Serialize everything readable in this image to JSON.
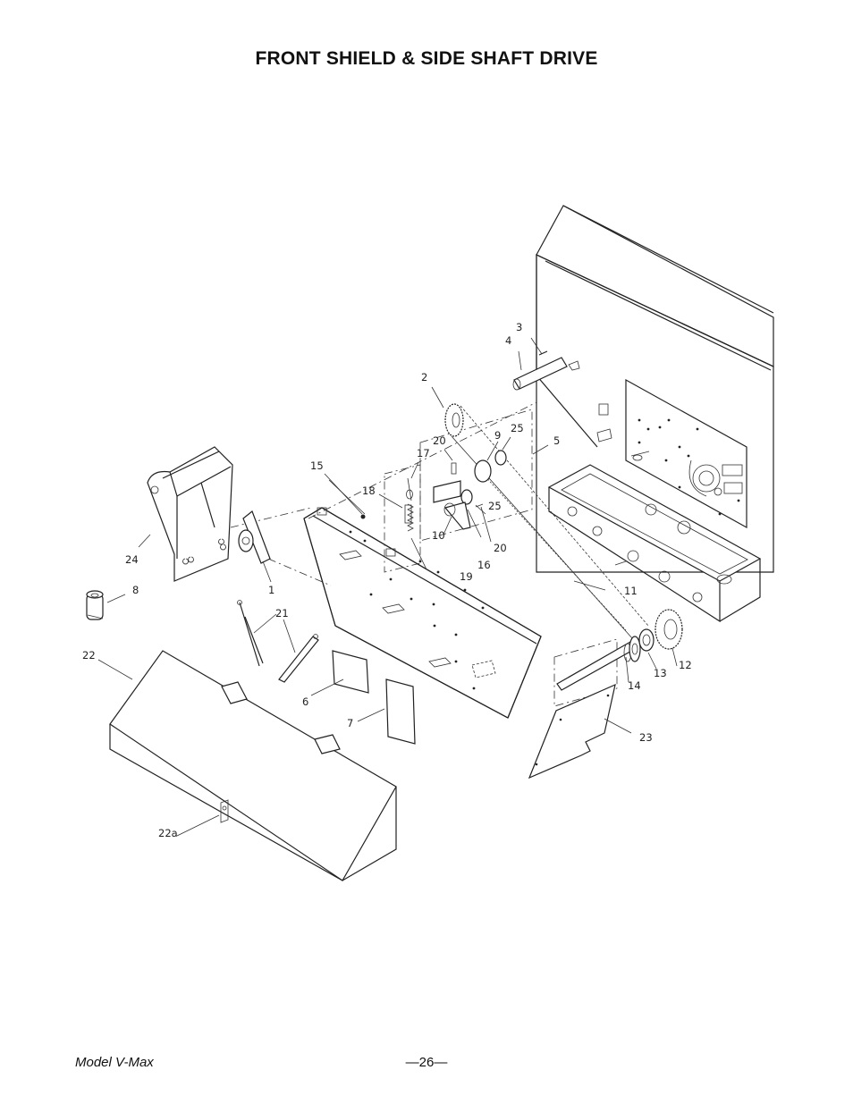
{
  "page": {
    "title": "FRONT SHIELD & SIDE SHAFT DRIVE",
    "footer_model": "Model V-Max",
    "footer_page": "—26—"
  },
  "callouts": [
    "1",
    "2",
    "3",
    "4",
    "5",
    "6",
    "7",
    "8",
    "9",
    "10",
    "11",
    "12",
    "13",
    "14",
    "15",
    "16",
    "17",
    "18",
    "19",
    "20",
    "20",
    "21",
    "22",
    "22a",
    "23",
    "24",
    "25",
    "25"
  ]
}
